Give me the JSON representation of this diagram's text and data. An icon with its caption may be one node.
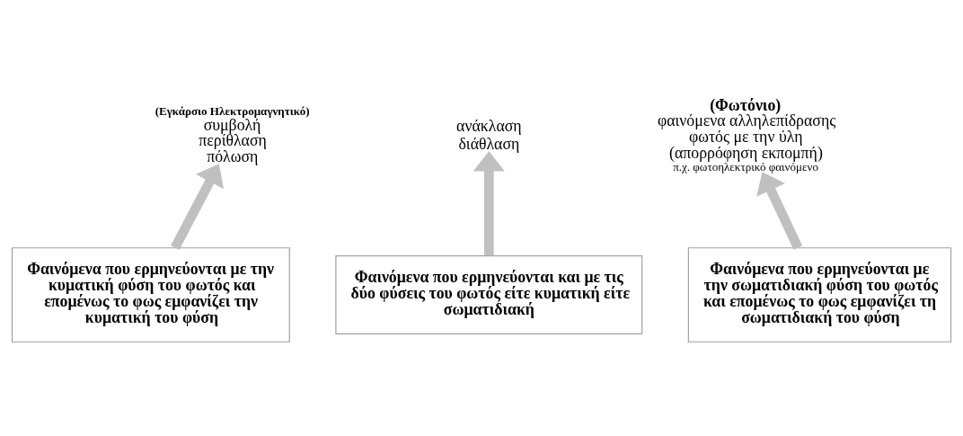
{
  "diagram": {
    "nodes": [
      {
        "text": [
          "(Εγκάρσιο Ηλεκτρομαγνητικό)",
          "συμβολή",
          "περίθλαση",
          "πόλωση"
        ]
      },
      {
        "text": [
          "(Φωτόνιο)",
          "φαινόμενα αλληλεπίδρασης φωτός με την ύλη (απορρόφηση εκπομπή)",
          "π.χ. φωτοηλεκτρικό φαινόμενο"
        ]
      },
      {
        "text": [
          "ανάκλαση",
          "διάθλαση"
        ]
      },
      {
        "text": [
          "Φαινόμενα που ερμηνεύονται με την κυματική φύση του φωτός και επομένως το φως εμφανίζει την κυματική του φύση"
        ]
      },
      {
        "text": [
          "Φαινόμενα που ερμηνεύονται με την σωματιδιακή φύση του φωτός και επομένως το φως εμφανίζει τη σωματιδιακή του φύση"
        ]
      },
      {
        "text": [
          "Φαινόμενα που ερμηνεύονται και με τις δύο φύσεις του φωτός είτε κυματική είτε σωματιδιακή"
        ]
      }
    ],
    "edges": [
      {
        "from": 3,
        "to": 0,
        "arrow": "to"
      },
      {
        "from": 5,
        "to": 2,
        "arrow": "to"
      },
      {
        "from": 4,
        "to": 1,
        "arrow": "to"
      }
    ]
  }
}
